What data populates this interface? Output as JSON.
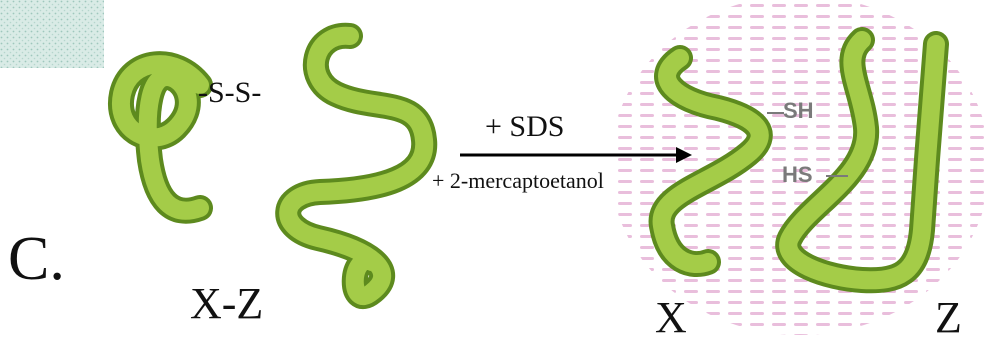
{
  "panel_label": "C.",
  "complex_label": "X-Z",
  "disulfide_bond_label": "-S-S-",
  "reagent_labels": [
    "+ SDS",
    "+ 2-mercaptoetanol"
  ],
  "thiol_labels": [
    "SH",
    "HS"
  ],
  "product_labels": [
    "X",
    "Z"
  ],
  "colors": {
    "chain_fill": "#a4cc48",
    "chain_edge": "#5d8a1e",
    "sds_dash": "#e7b7d8",
    "corner_tile": "#d9ebe6",
    "arrow": "#000000",
    "thiol_text": "#7a7a7a"
  }
}
